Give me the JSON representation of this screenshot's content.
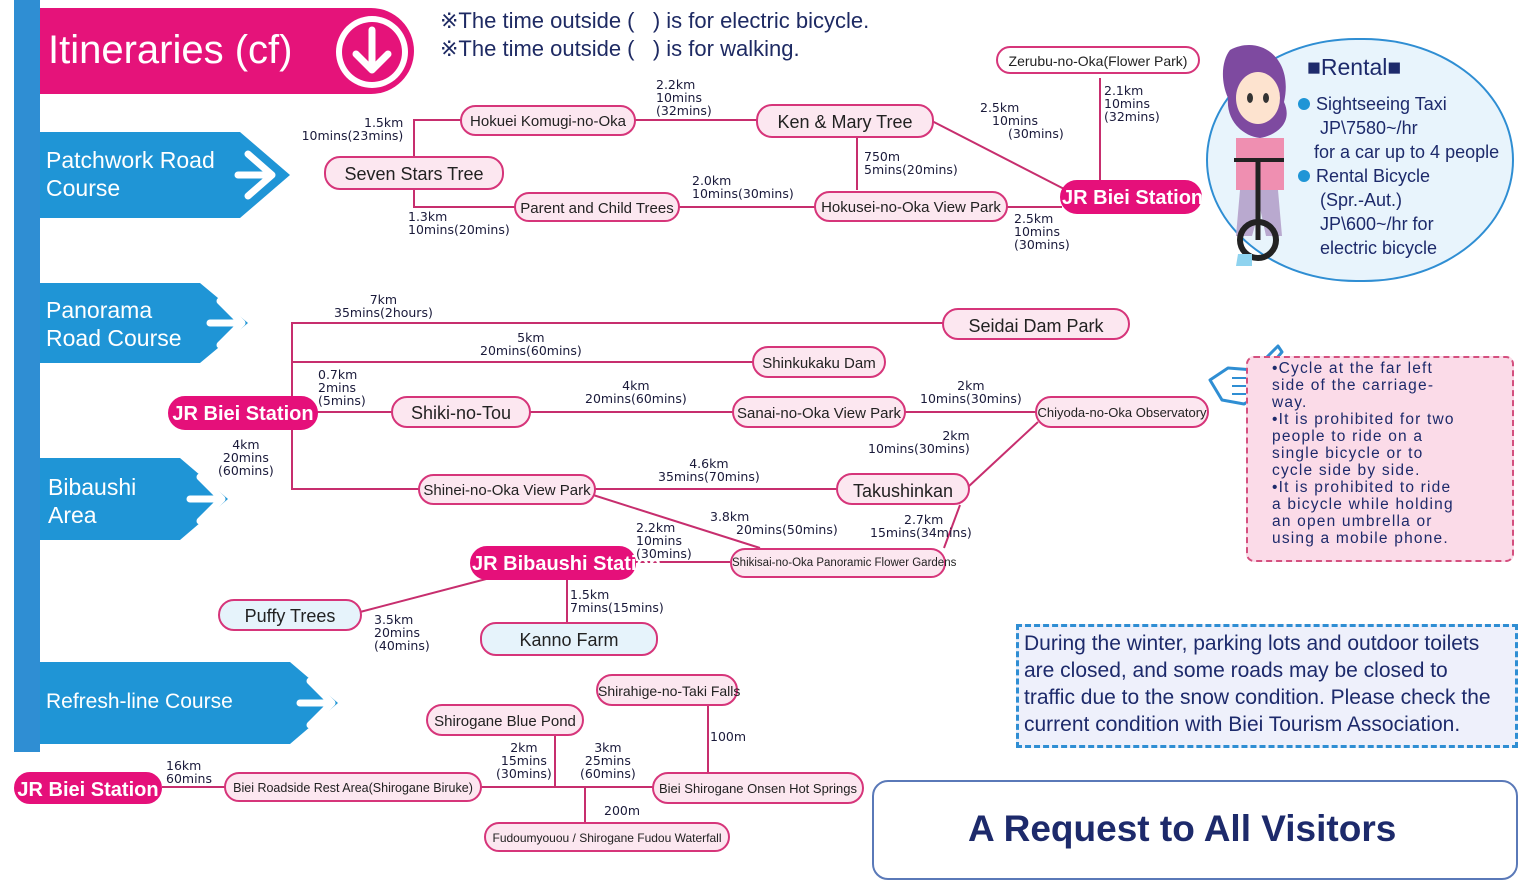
{
  "header": {
    "title": "Itineraries (cf)",
    "note1": "※The time outside (   ) is for electric bicycle.",
    "note2": "※The time outside (   ) is for walking."
  },
  "courses": {
    "patchwork": [
      "Patchwork Road",
      "Course"
    ],
    "panorama": [
      "Panorama",
      "Road Course"
    ],
    "bibaushi": [
      "Bibaushi",
      "Area"
    ],
    "refresh": "Refresh-line Course"
  },
  "nodes": {
    "zerubu": "Zerubu-no-Oka(Flower Park)",
    "hokuei": "Hokuei Komugi-no-Oka",
    "kenmary": "Ken & Mary Tree",
    "sevenstars": "Seven Stars Tree",
    "parentchild": "Parent and Child Trees",
    "hokusei": "Hokusei-no-Oka View Park",
    "biei1": "JR Biei Station",
    "seidai": "Seidai Dam Park",
    "shinkukaku": "Shinkukaku Dam",
    "biei2": "JR Biei Station",
    "shiki": "Shiki-no-Tou",
    "sanai": "Sanai-no-Oka View Park",
    "chiyoda": "Chiyoda-no-Oka Observatory",
    "shinei": "Shinei-no-Oka View Park",
    "takushinkan": "Takushinkan",
    "bibaushi": "JR Bibaushi Station",
    "shikisai": "Shikisai-no-Oka Panoramic Flower Gardens",
    "puffy": "Puffy Trees",
    "kanno": "Kanno Farm",
    "shirahige": "Shirahige-no-Taki Falls",
    "bluepond": "Shirogane Blue Pond",
    "biei3": "JR Biei Station",
    "roadside": "Biei Roadside Rest Area(Shirogane Biruke)",
    "onsen": "Biei Shirogane Onsen Hot Springs",
    "fudou": "Fudoumyouou / Shirogane Fudou Waterfall"
  },
  "labels": {
    "l1": [
      "1.5km",
      "10mins(23mins)"
    ],
    "l2": [
      "2.2km",
      "10mins",
      "(32mins)"
    ],
    "l3": [
      "2.1km",
      "10mins",
      "(32mins)"
    ],
    "l4": [
      "2.5km",
      "10mins",
      "(30mins)"
    ],
    "l5": [
      "750m",
      "5mins(20mins)"
    ],
    "l6": [
      "2.0km",
      "10mins(30mins)"
    ],
    "l7": [
      "1.3km",
      "10mins(20mins)"
    ],
    "l8": [
      "2.5km",
      "10mins",
      "(30mins)"
    ],
    "p1": [
      "7km",
      "35mins(2hours)"
    ],
    "p2": [
      "5km",
      "20mins(60mins)"
    ],
    "p3": [
      "0.7km",
      "2mins",
      "(5mins)"
    ],
    "p4": [
      "4km",
      "20mins(60mins)"
    ],
    "p5": [
      "2km",
      "10mins(30mins)"
    ],
    "p6": [
      "4km",
      "20mins",
      "(60mins)"
    ],
    "p7": [
      "2km",
      "10mins(30mins)"
    ],
    "p8": [
      "4.6km",
      "35mins(70mins)"
    ],
    "p9": [
      "3.8km",
      "20mins(50mins)"
    ],
    "p10": [
      "2.2km",
      "10mins",
      "(30mins)"
    ],
    "p11": [
      "2.7km",
      "15mins(34mins)"
    ],
    "b1": [
      "1.5km",
      "7mins(15mins)"
    ],
    "b2": [
      "3.5km",
      "20mins",
      "(40mins)"
    ],
    "r1": [
      "16km",
      "60mins"
    ],
    "r2": [
      "2km",
      "15mins",
      "(30mins)"
    ],
    "r3": [
      "3km",
      "25mins",
      "(60mins)"
    ],
    "r4": [
      "100m"
    ],
    "r5": [
      "200m"
    ]
  },
  "rental": {
    "title": "■Rental■",
    "taxi": "Sightseeing Taxi",
    "taxi_price": "JP\\7580~/hr",
    "taxi_note": "for a car up to 4 people",
    "bike": "Rental Bicycle",
    "bike_season": "(Spr.-Aut.)",
    "bike_price": "JP\\600~/hr for",
    "bike_note": "electric bicycle"
  },
  "rules": [
    "•Cycle at the far left",
    "side of the carriage-",
    "way.",
    "•It is prohibited for two",
    "people to ride on a",
    "single bicycle or to",
    "cycle side by side.",
    "•It is prohibited to ride",
    "a bicycle while holding",
    "an open umbrella or",
    "using a mobile phone."
  ],
  "winter": [
    "During the winter, parking lots and outdoor toilets",
    "are closed, and some roads may be closed to",
    "traffic due to the snow condition. Please check the",
    "current condition with Biei Tourism Association."
  ],
  "request": "A Request to All Visitors",
  "colors": {
    "pink": "#e5107a",
    "blue": "#1f95d6",
    "line": "#c72e6e"
  }
}
